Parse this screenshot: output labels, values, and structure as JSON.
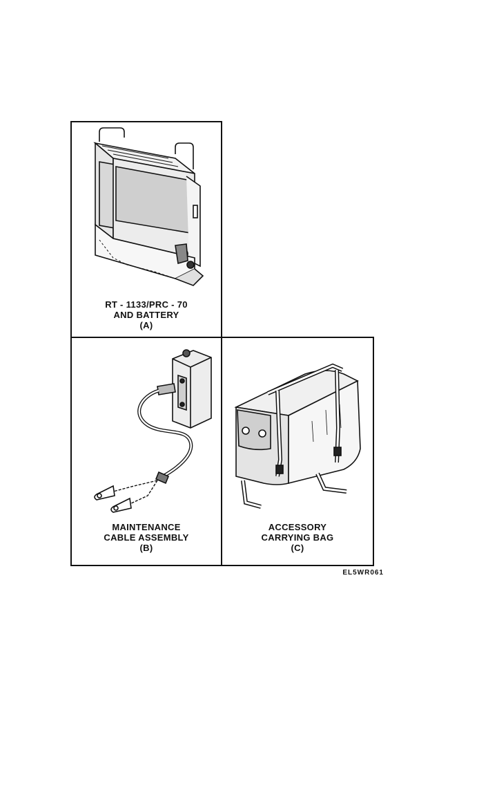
{
  "panels": [
    {
      "id": "A",
      "caption_lines": [
        "RT - 1133/PRC - 70",
        "AND BATTERY",
        "(A)"
      ],
      "illustration": "radio-transceiver-with-battery"
    },
    {
      "id": "B",
      "caption_lines": [
        "MAINTENANCE",
        "CABLE ASSEMBLY",
        "(B)"
      ],
      "illustration": "maintenance-cable-assembly"
    },
    {
      "id": "C",
      "caption_lines": [
        "ACCESSORY",
        "CARRYING BAG",
        "(C)"
      ],
      "illustration": "accessory-carrying-bag"
    }
  ],
  "figure_code": "EL5WR061",
  "colors": {
    "ink": "#111111",
    "paper": "#ffffff"
  }
}
